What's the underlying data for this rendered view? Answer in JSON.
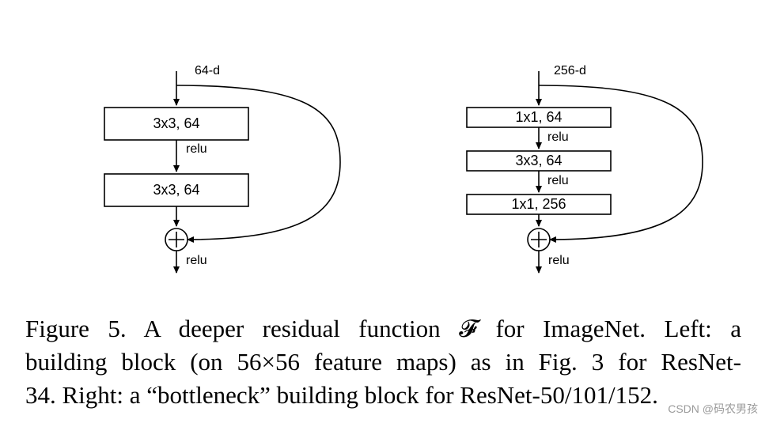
{
  "left_block": {
    "input_dim": "64-d",
    "layers": [
      "3x3, 64",
      "3x3, 64"
    ],
    "activations": [
      "relu",
      "relu"
    ],
    "add_symbol": "+"
  },
  "right_block": {
    "input_dim": "256-d",
    "layers": [
      "1x1, 64",
      "3x3, 64",
      "1x1, 256"
    ],
    "activations": [
      "relu",
      "relu",
      "relu"
    ],
    "add_symbol": "+"
  },
  "caption": {
    "line1": "Figure 5. A deeper residual function 𝓕 for ImageNet.  Left: a",
    "line2": "building block (on 56×56 feature maps) as in Fig. 3 for ResNet-",
    "line3": "34. Right: a “bottleneck” building block for ResNet-50/101/152."
  },
  "watermark": "CSDN @码农男孩"
}
